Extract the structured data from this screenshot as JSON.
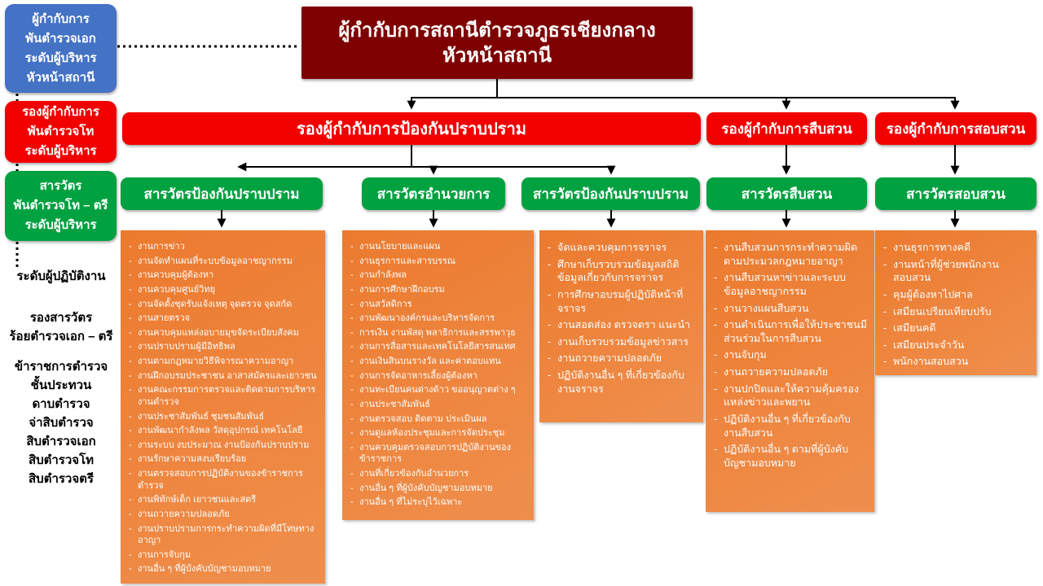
{
  "header": {
    "line1": "ผู้กำกับการสถานีตำรวจภูธรเชียงกลาง",
    "line2": "หัวหน้าสถานี"
  },
  "rank_sidebar": {
    "commander": {
      "lines": [
        "ผู้กำกับการ",
        "พันตำรวจเอก",
        "ระดับผู้บริหาร",
        "หัวหน้าสถานี"
      ]
    },
    "deputy": {
      "lines": [
        "รองผู้กำกับการ",
        "พันตำรวจโท",
        "ระดับผู้บริหาร"
      ]
    },
    "inspector": {
      "lines": [
        "สารวัตร",
        "พันตำรวจโท – ตรี",
        "ระดับผู้บริหาร"
      ]
    },
    "operational": {
      "heading": "ระดับผู้ปฏิบัติงาน",
      "groups": [
        [
          "รองสารวัตร",
          "ร้อยตำรวจเอก – ตรี"
        ],
        [
          "ข้าราชการตำรวจ",
          "ชั้นประทวน",
          "ดาบตำรวจ",
          "จ่าสิบตำรวจ",
          "สิบตำรวจเอก",
          "สิบตำรวจโท",
          "สิบตำรวจตรี"
        ]
      ]
    }
  },
  "deputies": [
    {
      "label": "รองผู้กำกับการป้องกันปราบปราม"
    },
    {
      "label": "รองผู้กำกับการสืบสวน"
    },
    {
      "label": "รองผู้กำกับการสอบสวน"
    }
  ],
  "divisions": [
    {
      "title": "สารวัตรป้องกันปราบปราม",
      "duties": [
        "งานการข่าว",
        "งานจัดทำแผนที่ระบบข้อมูลอาชญากรรม",
        "งานควบคุมผู้ต้องหา",
        "งานควบคุมศูนย์วิทยุ",
        "งานจัดตั้งชุดรับแจ้งเหตุ จุดตรวจ จุดสกัด",
        "งานสายตรวจ",
        "งานควบคุมแหล่งอบายมุขจัดระเบียบสังคม",
        "งานปราบปรามผู้มีอิทธิพล",
        "งานตามกฎหมายวิธีพิจารณาความอาญา",
        "งานฝึกอบรมประชาชน อาสาสมัครและเยาวชน",
        "งานคณะกรรมการตรวจและติดตามการบริหารงานตำรวจ",
        "งานประชาสัมพันธ์ ชุมชนสัมพันธ์",
        "งานพัฒนากำลังพล วัสดุอุปกรณ์ เทคโนโลยี",
        "งานระบบ งบประมาณ งานป้องกันปราบปราม",
        "งานรักษาความสงบเรียบร้อย",
        "งานตรวจสอบการปฏิบัติงานของข้าราชการตำรวจ",
        "งานพิทักษ์เด็ก เยาวชนและสตรี",
        "งานถวายความปลอดภัย",
        "งานปราบปรามการกระทำความผิดที่มีโทษทางอาญา",
        "งานการจับกุม",
        "งานอื่น ๆ ที่ผู้บังคับบัญชามอบหมาย"
      ]
    },
    {
      "title": "สารวัตรอำนวยการ",
      "duties": [
        "งานนโยบายและแผน",
        "งานธุรการและสารบรรณ",
        "งานกำลังพล",
        "งานการศึกษาฝึกอบรม",
        "งานสวัสดิการ",
        "งานพัฒนาองค์กรและบริหารจัดการ",
        "การเงิน งานพัสดุ พลาธิการและสรรพาวุธ",
        "งานการสื่อสารและเทคโนโลยีสารสนเทศ",
        "งานเงินสินบนรางวัล และค่าตอบแทน",
        "งานการจัดอาหารเลี้ยงผู้ต้องหา",
        "งานทะเบียนคนต่างด้าว ขออนุญาตต่าง ๆ",
        "งานประชาสัมพันธ์",
        "งานตรวจสอบ ติดตาม ประเมินผล",
        "งานดูแลห้องประชุมและการจัดประชุม",
        "งานควบคุมตรวจสอบการปฏิบัติงานของข้าราชการ",
        "งานที่เกี่ยวข้องกับอำนวยการ",
        "งานอื่น ๆ ที่ผู้บังคับบัญชามอบหมาย",
        "งานอื่น ๆ ที่ไม่ระบุไว้เฉพาะ"
      ]
    },
    {
      "title": "สารวัตรป้องกันปราบปราม",
      "duties": [
        "จัดและควบคุมการจราจร",
        "ศึกษาเก็บรวบรวมข้อมูลสถิติข้อมูลเกี่ยวกับการจราจร",
        "การศึกษาอบรมผู้ปฏิบัติหน้าที่จราจร",
        "งานสอดส่อง ตรวจตรา แนะนำ",
        "งานเก็บรวบรวมข้อมูลข่าวสาร",
        "งานถวายความปลอดภัย",
        "ปฏิบัติงานอื่น ๆ ที่เกี่ยวข้องกับงานจราจร"
      ]
    },
    {
      "title": "สารวัตรสืบสวน",
      "duties": [
        "งานสืบสวนการกระทำความผิดตามประมวลกฎหมายอาญา",
        "งานสืบสวนหาข่าวและระบบข้อมูลอาชญากรรม",
        "งานวางแผนสืบสวน",
        "งานดำเนินการเพื่อให้ประชาชนมีส่วนร่วมในการสืบสวน",
        "งานจับกุม",
        "งานถวายความปลอดภัย",
        "งานปกปิดและให้ความคุ้มครองแหล่งข่าวและพยาน",
        "ปฏิบัติงานอื่น ๆ ที่เกี่ยวข้องกับงานสืบสวน",
        "ปฏิบัติงานอื่น ๆ ตามที่ผู้บังคับบัญชามอบหมาย"
      ]
    },
    {
      "title": "สารวัตรสอบสวน",
      "duties": [
        "งานธุรการทางคดี",
        "งานหน้าที่ผู้ช่วยพนักงานสอบสวน",
        "คุมผู้ต้องหาไปศาล",
        "เสมียนเปรียบเทียบปรับ",
        "เสมียนคดี",
        "เสมียนประจำวัน",
        "พนักงานสอบสวน"
      ]
    }
  ],
  "colors": {
    "header_maroon": "#7F0000",
    "commander_blue": "#4472C4",
    "deputy_red": "#F20000",
    "inspector_green": "#00A140",
    "duty_orange": "#ED7D31",
    "connector_black": "#000000"
  }
}
